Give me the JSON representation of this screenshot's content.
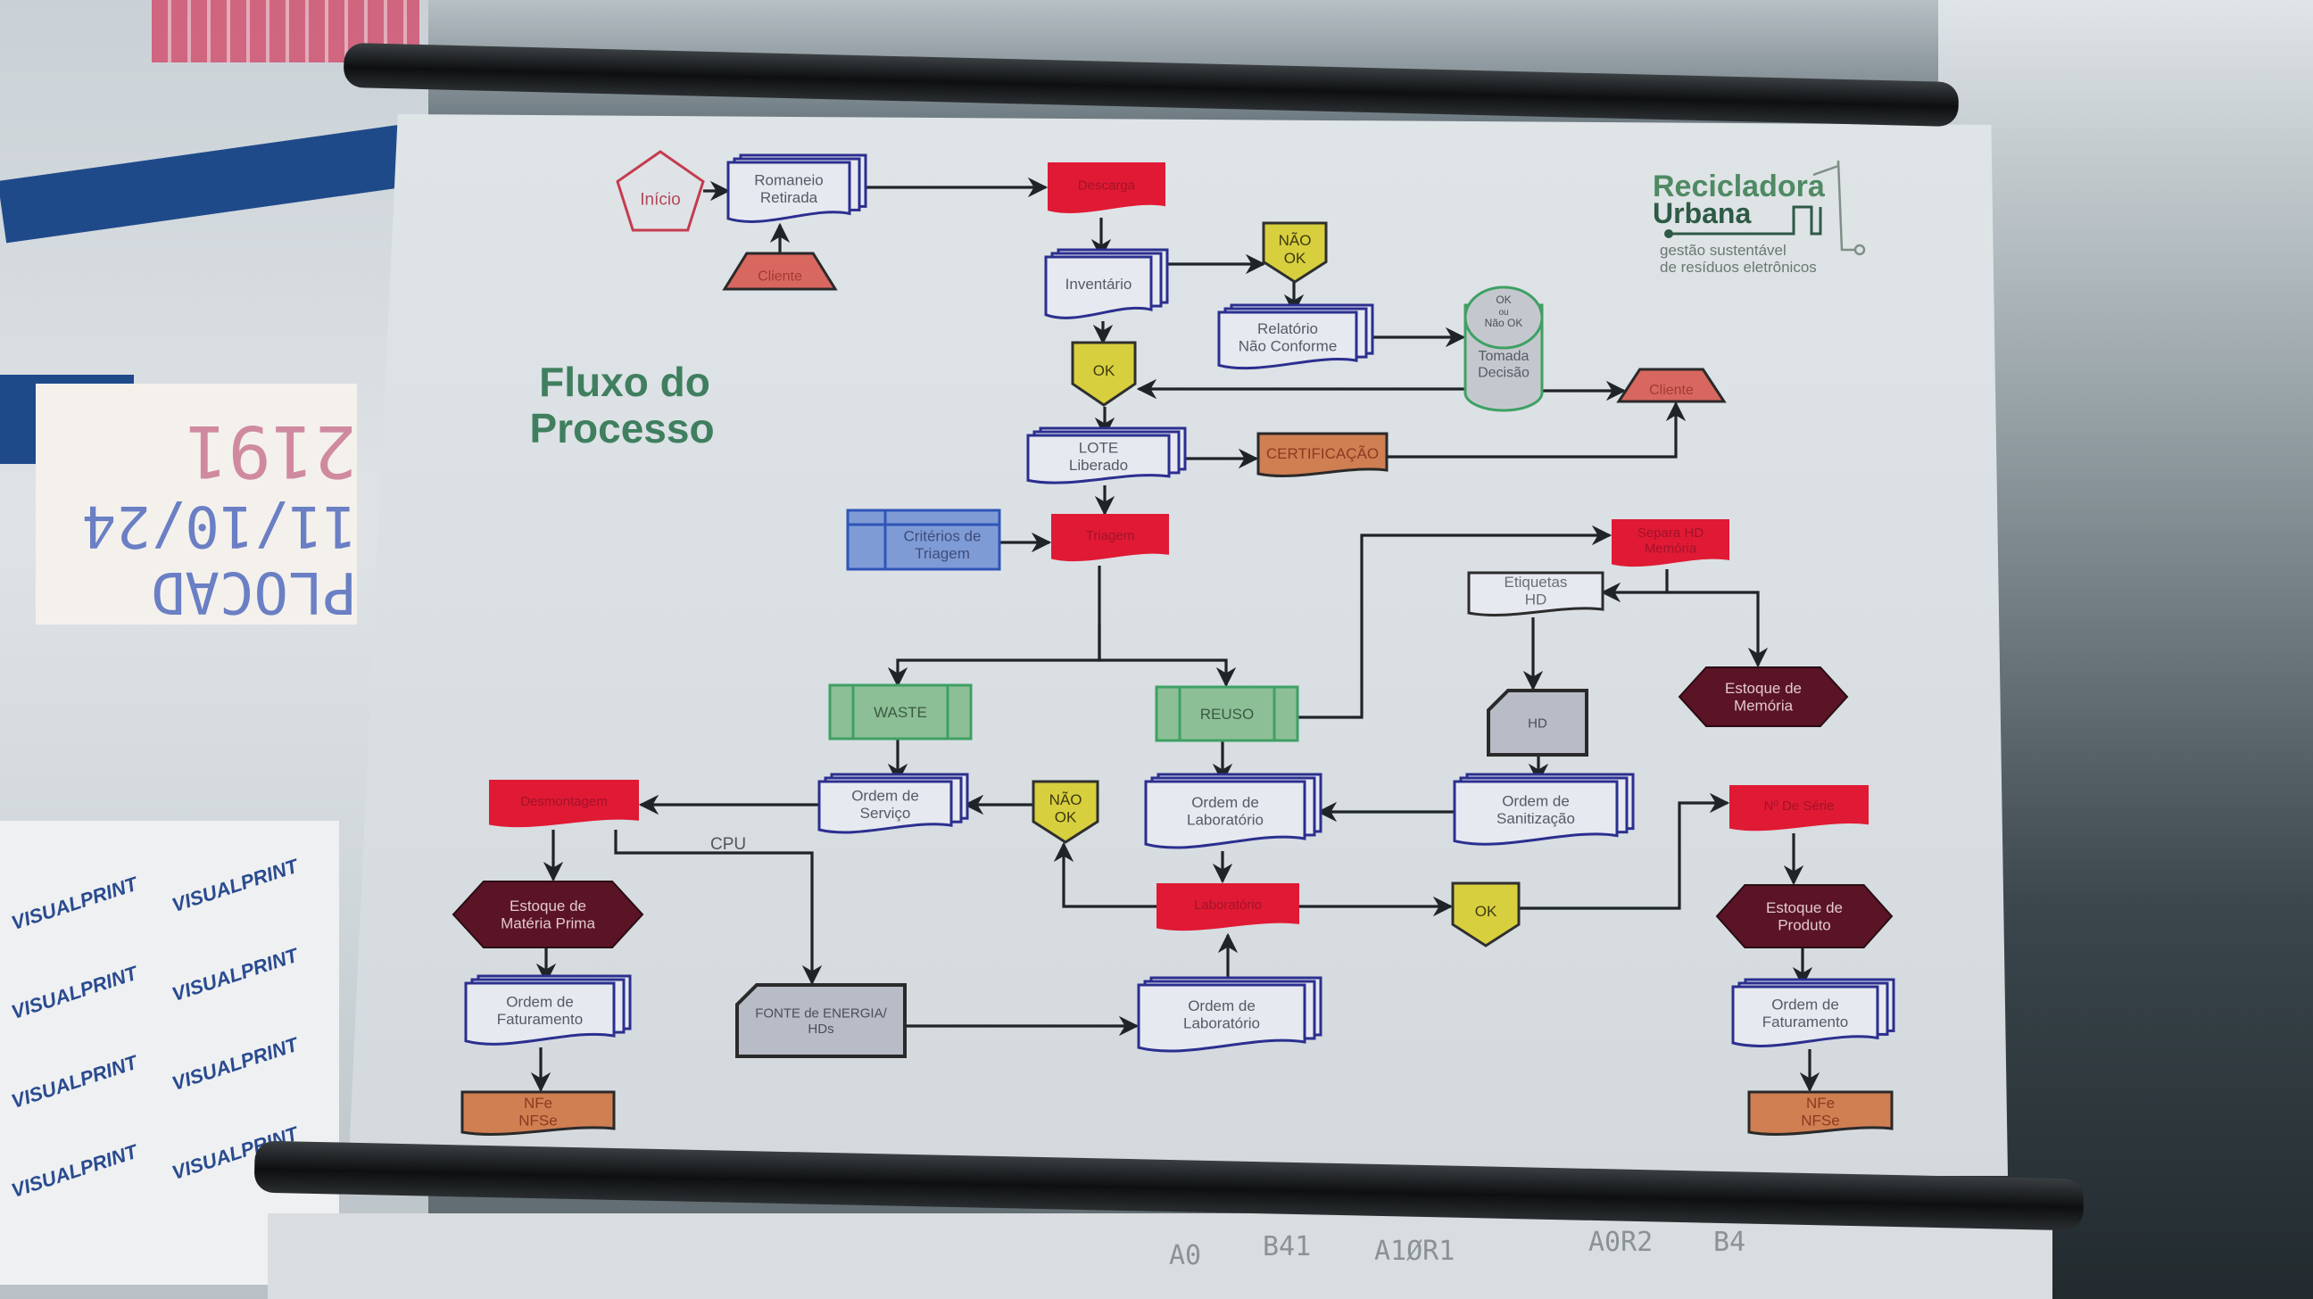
{
  "poster": {
    "title_line1": "Fluxo do",
    "title_line2": "Processo",
    "title_color": "#3f7f5f",
    "logo": {
      "name_line1": "Recicladora",
      "name_line2": "Urbana",
      "tagline_line1": "gestão sustentável",
      "tagline_line2": "de resíduos eletrônicos",
      "color_primary": "#4f8a63",
      "color_dark": "#2e5a45"
    }
  },
  "colors": {
    "document_border": "#2b2f8f",
    "process_red": "#e01a34",
    "decision_yellow": "#d8cf3e",
    "client_salmon": "#d8675f",
    "orange_doc": "#cf7f52",
    "green_process": "#8dbf97",
    "green_border": "#3fa064",
    "gray_card": "#b8bcc6",
    "stock_maroon": "#5a1426",
    "pentagon_border": "#c43c4f",
    "data_blue": "#7f9bd6",
    "arrow": "#1f2428"
  },
  "nodes": [
    {
      "id": "inicio",
      "type": "pentagon",
      "label": [
        "Início"
      ]
    },
    {
      "id": "romaneio",
      "type": "multidoc",
      "label": [
        "Romaneio",
        "Retirada"
      ]
    },
    {
      "id": "cliente1",
      "type": "trapezoid",
      "label": [
        "Cliente"
      ]
    },
    {
      "id": "descarga",
      "type": "redflag",
      "label": [
        "Descarga"
      ]
    },
    {
      "id": "inventario",
      "type": "multidoc",
      "label": [
        "Inventário"
      ]
    },
    {
      "id": "naook1",
      "type": "decision",
      "label": [
        "NÃO",
        "OK"
      ]
    },
    {
      "id": "relatorio",
      "type": "multidoc",
      "label": [
        "Relatório",
        "Não Conforme"
      ]
    },
    {
      "id": "tomada",
      "type": "cylinder",
      "label": [
        "Tomada",
        "Decisão"
      ],
      "cap": [
        "OK",
        "ou",
        "Não OK"
      ]
    },
    {
      "id": "ok1",
      "type": "decision",
      "label": [
        "OK"
      ]
    },
    {
      "id": "cliente2",
      "type": "trapezoid",
      "label": [
        "Cliente"
      ]
    },
    {
      "id": "lote",
      "type": "multidoc",
      "label": [
        "LOTE",
        "Liberado"
      ]
    },
    {
      "id": "certificacao",
      "type": "orangedoc",
      "label": [
        "CERTIFICAÇÃO"
      ]
    },
    {
      "id": "criterios",
      "type": "datastore",
      "label": [
        "Critérios de",
        "Triagem"
      ]
    },
    {
      "id": "triagem",
      "type": "redflag",
      "label": [
        "Triagem"
      ]
    },
    {
      "id": "separa",
      "type": "redflag",
      "label": [
        "Separa HD",
        "Memória"
      ]
    },
    {
      "id": "etiquetas",
      "type": "doc",
      "label": [
        "Etiquetas",
        "HD"
      ]
    },
    {
      "id": "waste",
      "type": "predefined",
      "label": [
        "WASTE"
      ]
    },
    {
      "id": "reuso",
      "type": "predefined",
      "label": [
        "REUSO"
      ]
    },
    {
      "id": "hd",
      "type": "card",
      "label": [
        "HD"
      ]
    },
    {
      "id": "estoque_mem",
      "type": "hexagon",
      "label": [
        "Estoque de",
        "Memória"
      ]
    },
    {
      "id": "desmontagem",
      "type": "redflag",
      "label": [
        "Desmontagem"
      ]
    },
    {
      "id": "os",
      "type": "multidoc",
      "label": [
        "Ordem de",
        "Serviço"
      ]
    },
    {
      "id": "naook2",
      "type": "decision",
      "label": [
        "NÃO",
        "OK"
      ]
    },
    {
      "id": "olab1",
      "type": "multidoc",
      "label": [
        "Ordem de",
        "Laboratório"
      ]
    },
    {
      "id": "osan",
      "type": "multidoc",
      "label": [
        "Ordem de",
        "Sanitização"
      ]
    },
    {
      "id": "nserie",
      "type": "redflag",
      "label": [
        "Nº De Série"
      ]
    },
    {
      "id": "estoque_mp",
      "type": "hexagon",
      "label": [
        "Estoque de",
        "Matéria Prima"
      ]
    },
    {
      "id": "laboratorio",
      "type": "redflag",
      "label": [
        "Laboratório"
      ]
    },
    {
      "id": "ok2",
      "type": "decision",
      "label": [
        "OK"
      ]
    },
    {
      "id": "estoque_prod",
      "type": "hexagon",
      "label": [
        "Estoque de",
        "Produto"
      ]
    },
    {
      "id": "ofat1",
      "type": "multidoc",
      "label": [
        "Ordem de",
        "Faturamento"
      ]
    },
    {
      "id": "fonte",
      "type": "card",
      "label": [
        "FONTE de ENERGIA/",
        "HDs"
      ]
    },
    {
      "id": "olab2",
      "type": "multidoc",
      "label": [
        "Ordem de",
        "Laboratório"
      ]
    },
    {
      "id": "ofat2",
      "type": "multidoc",
      "label": [
        "Ordem de",
        "Faturamento"
      ]
    },
    {
      "id": "nfe1",
      "type": "orangedoc",
      "label": [
        "NFe",
        "NFSe"
      ]
    },
    {
      "id": "nfe2",
      "type": "orangedoc",
      "label": [
        "NFe",
        "NFSe"
      ]
    }
  ],
  "edges": [
    {
      "from": "inicio",
      "to": "romaneio"
    },
    {
      "from": "cliente1",
      "to": "romaneio"
    },
    {
      "from": "romaneio",
      "to": "descarga"
    },
    {
      "from": "descarga",
      "to": "inventario"
    },
    {
      "from": "inventario",
      "to": "naook1"
    },
    {
      "from": "inventario",
      "to": "ok1"
    },
    {
      "from": "naook1",
      "to": "relatorio"
    },
    {
      "from": "relatorio",
      "to": "tomada"
    },
    {
      "from": "tomada",
      "to": "ok1"
    },
    {
      "from": "tomada",
      "to": "cliente2"
    },
    {
      "from": "ok1",
      "to": "lote"
    },
    {
      "from": "lote",
      "to": "certificacao"
    },
    {
      "from": "certificacao",
      "to": "cliente2"
    },
    {
      "from": "lote",
      "to": "triagem"
    },
    {
      "from": "criterios",
      "to": "triagem"
    },
    {
      "from": "triagem",
      "to": "waste"
    },
    {
      "from": "triagem",
      "to": "reuso"
    },
    {
      "from": "reuso",
      "to": "separa"
    },
    {
      "from": "separa",
      "to": "etiquetas"
    },
    {
      "from": "separa",
      "to": "estoque_mem"
    },
    {
      "from": "etiquetas",
      "to": "hd"
    },
    {
      "from": "hd",
      "to": "osan"
    },
    {
      "from": "osan",
      "to": "olab1"
    },
    {
      "from": "waste",
      "to": "os"
    },
    {
      "from": "naook2",
      "to": "os"
    },
    {
      "from": "os",
      "to": "desmontagem"
    },
    {
      "from": "desmontagem",
      "to": "estoque_mp"
    },
    {
      "from": "desmontagem",
      "to": "fonte",
      "label": "CPU"
    },
    {
      "from": "reuso",
      "to": "olab1"
    },
    {
      "from": "olab1",
      "to": "laboratorio"
    },
    {
      "from": "laboratorio",
      "to": "naook2"
    },
    {
      "from": "laboratorio",
      "to": "ok2"
    },
    {
      "from": "olab2",
      "to": "laboratorio"
    },
    {
      "from": "fonte",
      "to": "olab2"
    },
    {
      "from": "ok2",
      "to": "nserie"
    },
    {
      "from": "nserie",
      "to": "estoque_prod"
    },
    {
      "from": "estoque_prod",
      "to": "ofat2"
    },
    {
      "from": "ofat2",
      "to": "nfe2"
    },
    {
      "from": "estoque_mp",
      "to": "ofat1"
    },
    {
      "from": "ofat1",
      "to": "nfe1"
    }
  ],
  "edge_labels": {
    "cpu": "CPU"
  },
  "background": {
    "note_line1": "PLOCAD 11/10/24",
    "note_line2": "2191",
    "sticker_text": "VISUALPRINT",
    "bottom_labels": [
      "A0",
      "B41",
      "A1ØR1",
      "",
      "A0R2",
      "B4"
    ]
  }
}
